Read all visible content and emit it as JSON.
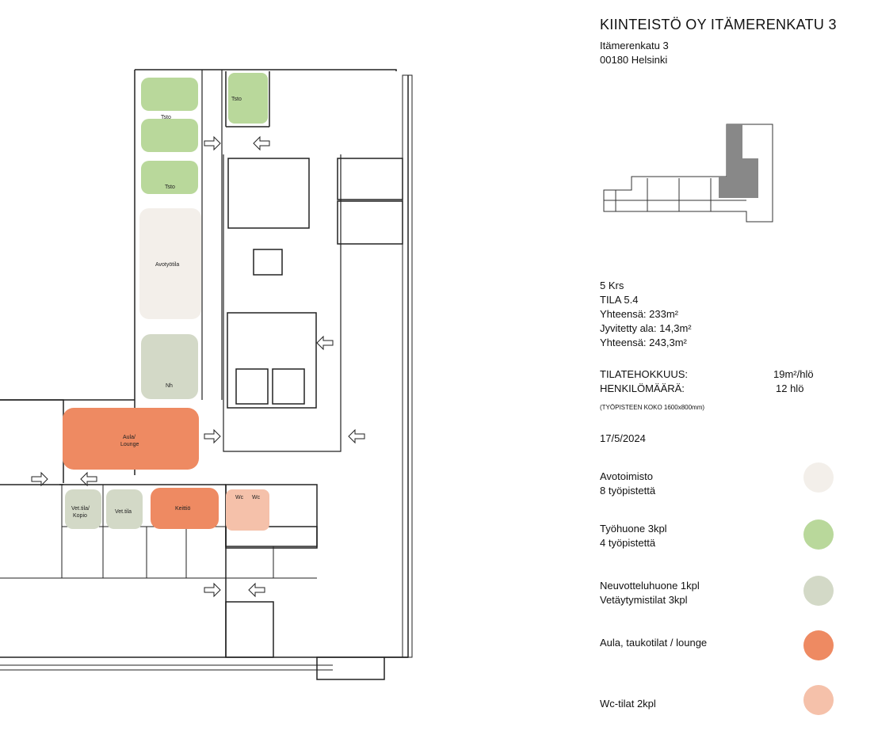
{
  "header": {
    "title": "KIINTEISTÖ OY ITÄMERENKATU 3",
    "street": "Itämerenkatu 3",
    "city": "00180 Helsinki"
  },
  "info": {
    "floor": "5 Krs",
    "space": "TILA 5.4",
    "total": "Yhteensä: 233m²",
    "allocated": "Jyvitetty ala: 14,3m²",
    "grand_total": "Yhteensä: 243,3m²"
  },
  "metrics": {
    "efficiency_label": "TILATEHOKKUUS:",
    "efficiency_value": "19m²/hlö",
    "people_label": "HENKILÖMÄÄRÄ:",
    "people_value": "12 hlö",
    "note": "(TYÖPISTEEN KOKO 1600x800mm)"
  },
  "date": "17/5/2024",
  "legend": [
    {
      "line1": "Avotoimisto",
      "line2": "8 työpistettä",
      "color": "#f3efea"
    },
    {
      "line1": "Työhuone 3kpl",
      "line2": "4 työpistettä",
      "color": "#b9d89b"
    },
    {
      "line1": "Neuvotteluhuone 1kpl",
      "line2": "Vetäytymistilat 3kpl",
      "color": "#d3d9c7"
    },
    {
      "line1": "Aula, taukotilat / lounge",
      "line2": "",
      "color": "#ee8a62"
    },
    {
      "line1": "Wc-tilat 2kpl",
      "line2": "",
      "color": "#f5c1aa"
    }
  ],
  "rooms": {
    "tsto1": "Tsto",
    "tsto2": "Tsto",
    "tsto3": "Tsto",
    "avotyotila": "Avotyötila",
    "nh": "Nh",
    "aula1": "Aula/",
    "aula2": "Lounge",
    "vet1a": "Vet.tila/",
    "vet1b": "Kopio",
    "vet2": "Vet.tila",
    "keittio": "Keittiö",
    "wc1": "Wc",
    "wc2": "Wc"
  }
}
